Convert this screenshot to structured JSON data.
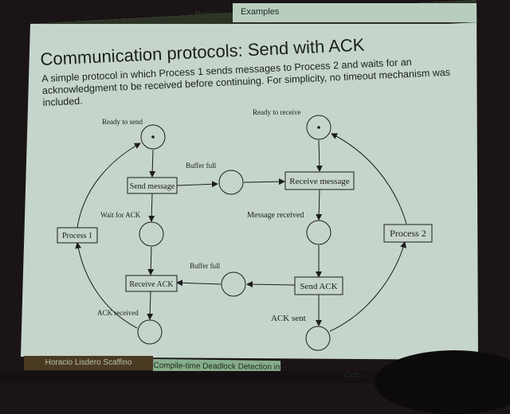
{
  "nav": {
    "tabs": [
      {
        "label": "Petri nets"
      },
      {
        "label": "Examples"
      }
    ]
  },
  "slide": {
    "title": "Communication protocols: Send with ACK",
    "description": "A simple protocol in which Process 1 sends messages to Process 2 and waits for an acknowledgment to be received before continuing. For simplicity, no timeout mechanism was included."
  },
  "diagram": {
    "places": {
      "ready_to_send": "Ready to send",
      "buffer_full_1": "Buffer full",
      "ready_to_receive": "Ready to receive",
      "wait_for_ack": "Wait for ACK",
      "message_received": "Message received",
      "buffer_full_2": "Buffer full",
      "ack_received": "ACK received",
      "ack_sent": "ACK sent"
    },
    "transitions": {
      "send_message": "Send message",
      "receive_message": "Receive message",
      "process_1": "Process 1",
      "process_2": "Process 2",
      "receive_ack": "Receive ACK",
      "send_ack": "Send ACK"
    }
  },
  "footer": {
    "author": "Horacio Lisdero Scaffino",
    "talk_title": "Compile-time Deadlock Detection in Rust",
    "date_partial": "Octo"
  }
}
